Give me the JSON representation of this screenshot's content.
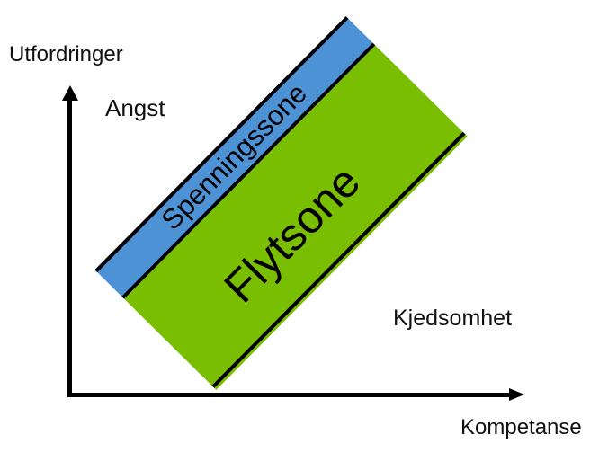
{
  "diagram": {
    "y_axis_label": "Utfordringer",
    "x_axis_label": "Kompetanse",
    "anxiety_label": "Angst",
    "boredom_label": "Kjedsomhet",
    "tension_zone_label": "Spenningssone",
    "flow_zone_label": "Flytsone",
    "colors": {
      "tension_zone": "#4E92D6",
      "flow_zone": "#79BE00",
      "axis": "#000000",
      "background": "#FFFFFF"
    }
  }
}
